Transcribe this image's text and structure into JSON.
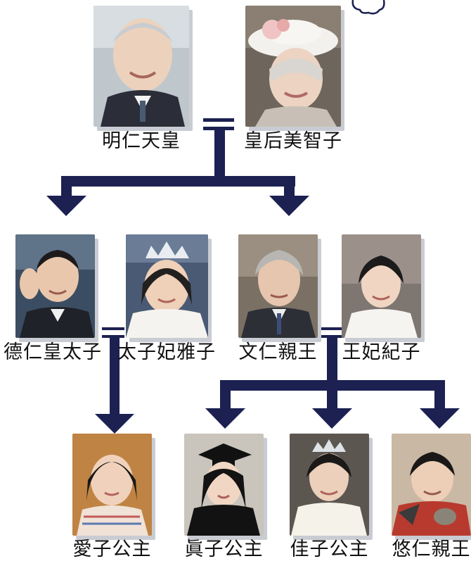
{
  "colors": {
    "connector": "#1c2152",
    "background": "#ffffff",
    "photo_shadow": "#c9ccd2"
  },
  "generation_1": {
    "father": {
      "name": "明仁天皇"
    },
    "mother": {
      "name": "皇后美智子"
    }
  },
  "generation_2": {
    "eldest_son": {
      "name": "德仁皇太子"
    },
    "eldest_son_wife": {
      "name": "太子妃雅子"
    },
    "second_son": {
      "name": "文仁親王"
    },
    "second_son_wife": {
      "name": "王妃紀子"
    }
  },
  "generation_3": {
    "aiko": {
      "name": "愛子公主"
    },
    "mako": {
      "name": "眞子公主"
    },
    "kako": {
      "name": "佳子公主"
    },
    "hisahito": {
      "name": "悠仁親王"
    }
  }
}
